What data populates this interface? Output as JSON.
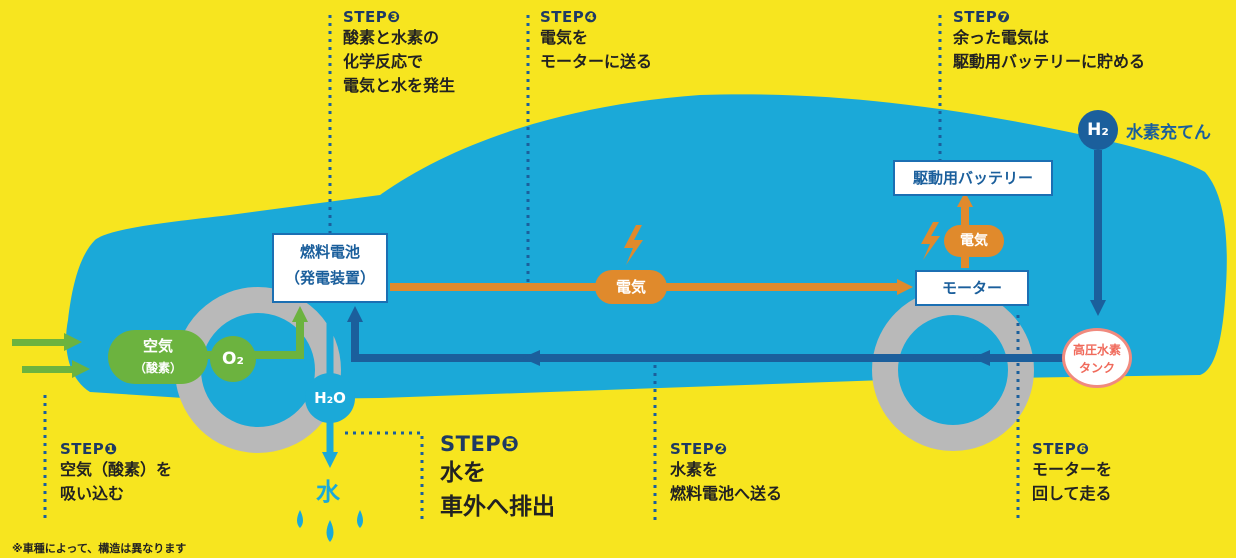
{
  "steps": {
    "s1": {
      "label": "STEP❶",
      "lines": [
        "空気（酸素）を",
        "吸い込む"
      ]
    },
    "s2": {
      "label": "STEP❷",
      "lines": [
        "水素を",
        "燃料電池へ送る"
      ]
    },
    "s3": {
      "label": "STEP❸",
      "lines": [
        "酸素と水素の",
        "化学反応で",
        "電気と水を発生"
      ]
    },
    "s4": {
      "label": "STEP❹",
      "lines": [
        "電気を",
        "モーターに送る"
      ]
    },
    "s5": {
      "label": "STEP❺",
      "lines": [
        "水を",
        "車外へ排出"
      ]
    },
    "s6": {
      "label": "STEP❻",
      "lines": [
        "モーターを",
        "回して走る"
      ]
    },
    "s7": {
      "label": "STEP❼",
      "lines": [
        "余った電気は",
        "駆動用バッテリーに貯める"
      ]
    }
  },
  "boxes": {
    "fuel_cell": [
      "燃料電池",
      "（発電装置）"
    ],
    "motor": "モーター",
    "battery": "駆動用バッテリー"
  },
  "labels": {
    "air": [
      "空気",
      "（酸素）"
    ],
    "o2": "O₂",
    "h2o": "H₂O",
    "water": "水",
    "elec_main": "電気",
    "elec_motor": "電気",
    "h2": "H₂",
    "h2_fill": "水素充てん",
    "tank": [
      "高圧水素",
      "タンク"
    ]
  },
  "note": "※車種によって、構造は異なります",
  "colors": {
    "yellow": "#f7e51f",
    "car": "#1ba9d8",
    "navy": "#1b5f9c",
    "orange": "#e08a2c",
    "green": "#6cb33f",
    "tank": "#f08a7e"
  }
}
